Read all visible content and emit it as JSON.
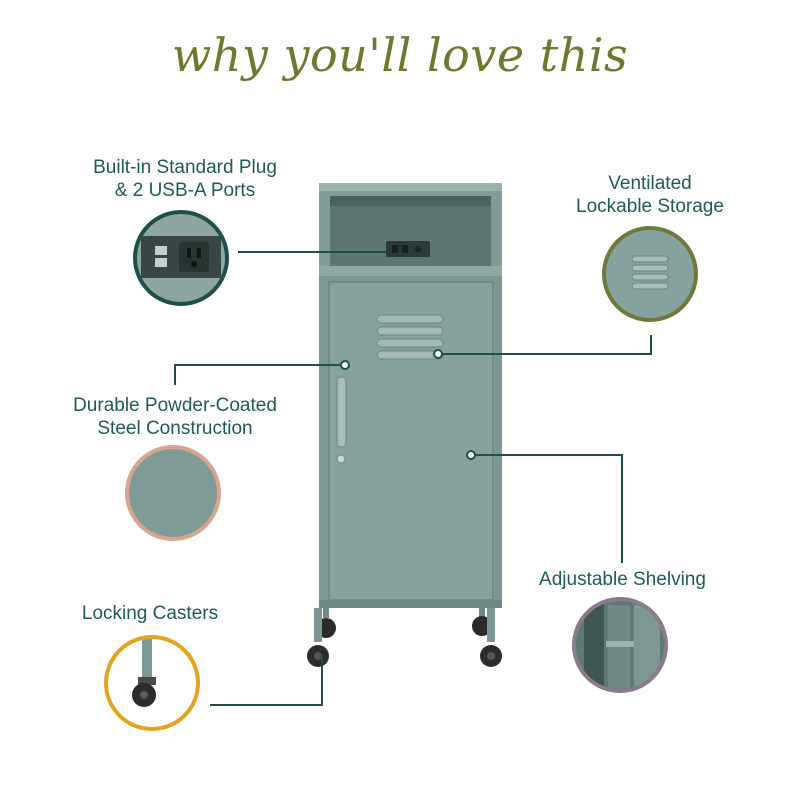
{
  "headline": "why you'll love this",
  "features": {
    "plug": {
      "line1": "Built-in Standard Plug",
      "line2": "& 2 USB-A Ports",
      "ring_color": "#1f4f4b"
    },
    "vent": {
      "line1": "Ventilated",
      "line2": "Lockable Storage",
      "ring_color": "#6d7a3a"
    },
    "steel": {
      "line1": "Durable Powder-Coated",
      "line2": "Steel Construction",
      "ring_color": "#d9a58f"
    },
    "shelving": {
      "line1": "Adjustable Shelving",
      "ring_color": "#8a7a8c"
    },
    "casters": {
      "line1": "Locking Casters",
      "ring_color": "#e3a422"
    }
  },
  "colors": {
    "headline": "#6b7a2f",
    "label_text": "#1f5a57",
    "cabinet": "#7e9b97",
    "cabinet_dark": "#5f7b77",
    "leader_line": "#1f4f4b"
  }
}
